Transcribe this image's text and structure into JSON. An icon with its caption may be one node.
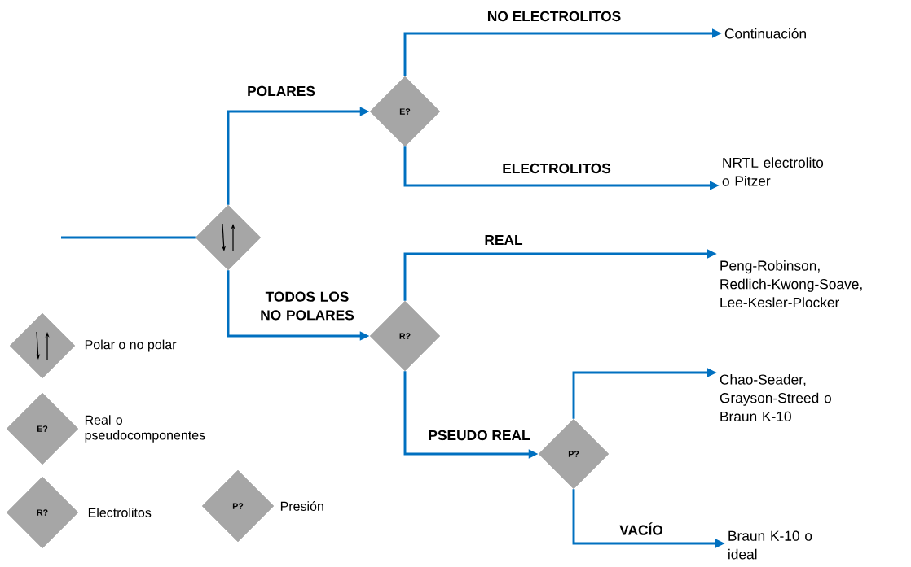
{
  "diagram": {
    "nodes": [
      {
        "text": [],
        "shape": "diamond"
      },
      {
        "text": [
          "E?"
        ]
      },
      {
        "text": [
          "R?"
        ]
      },
      {
        "text": [
          "P?"
        ]
      },
      {
        "text": [
          "Continuación"
        ]
      },
      {
        "text": [
          "NRTL electrolito o Pitzer"
        ]
      },
      {
        "text": [
          "Peng-Robinson, Redlich-Kwong-Soave, Lee-Kesler-Plocker"
        ]
      },
      {
        "text": [
          "Chao-Seader, Grayson-Streed o Braun K-10"
        ]
      },
      {
        "text": [
          "Braun K-10 o ideal"
        ]
      }
    ],
    "edges": [
      {
        "from": null,
        "to": 0,
        "arrow": "none"
      },
      {
        "from": 0,
        "to": 1,
        "arrow": "to",
        "label": "POLARES"
      },
      {
        "from": 0,
        "to": 2,
        "arrow": "to",
        "label": "TODOS LOS NO POLARES"
      },
      {
        "from": 1,
        "to": 4,
        "arrow": "to",
        "label": "NO ELECTROLITOS"
      },
      {
        "from": 1,
        "to": 5,
        "arrow": "to",
        "label": "ELECTROLITOS"
      },
      {
        "from": 2,
        "to": 6,
        "arrow": "to",
        "label": "REAL"
      },
      {
        "from": 2,
        "to": 3,
        "arrow": "to",
        "label": "PSEUDO REAL"
      },
      {
        "from": 3,
        "to": 7,
        "arrow": "to"
      },
      {
        "from": 3,
        "to": 8,
        "arrow": "to",
        "label": "VACÍO"
      }
    ],
    "labels": [
      "E?",
      "R?",
      "P?"
    ],
    "legend": [
      {
        "text": "Polar o no polar"
      },
      {
        "text": "Real o pseudocomponentes"
      },
      {
        "text": "Electrolitos"
      },
      {
        "text": "Presión"
      }
    ]
  }
}
